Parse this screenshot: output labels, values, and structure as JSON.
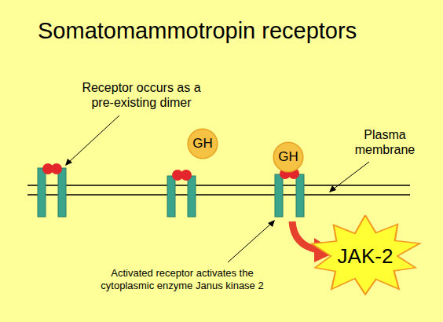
{
  "diagram": {
    "title": "Somatomammotropin receptors",
    "nodes": [
      {
        "text": [
          "GH"
        ]
      },
      {
        "text": [
          "GH"
        ]
      },
      {
        "text": [
          "JAK-2"
        ]
      }
    ],
    "labels": [
      "Receptor occurs as a pre-existing dimer",
      "Plasma membrane",
      "Activated receptor activates the cytoplasmic enzyme Janus kinase 2"
    ]
  }
}
